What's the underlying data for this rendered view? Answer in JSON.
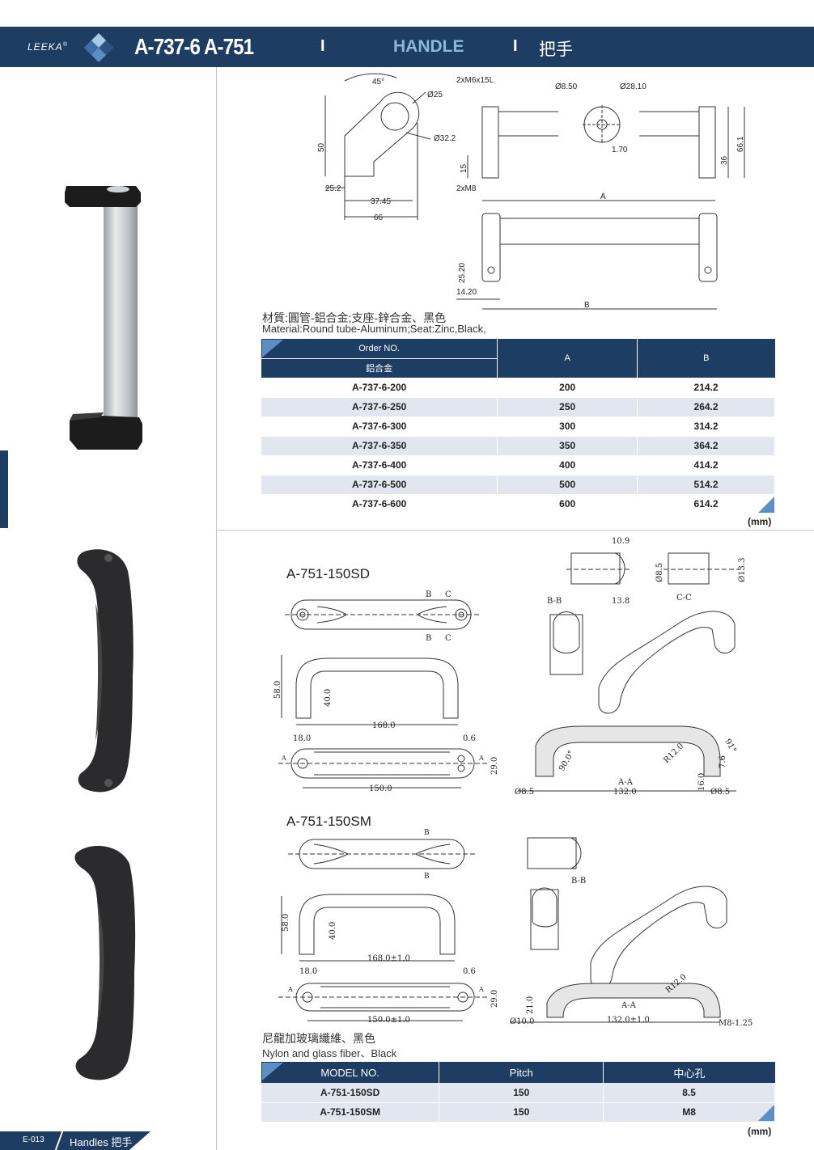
{
  "header": {
    "brand": "LEEKA",
    "brand_mark": "®",
    "title": "A-737-6 A-751",
    "separator": "I",
    "section_en": "HANDLE",
    "section_cn": "把手"
  },
  "drawing1": {
    "angle": "45°",
    "d25": "Ø25",
    "d32": "Ø32.2",
    "h50": "50",
    "w25": "25.2",
    "w37": "37.45",
    "w66": "66",
    "thread": "2xM6x15L",
    "d8": "Ø8.50",
    "d28": "Ø28.10",
    "t170": "1.70",
    "h15": "15",
    "m8": "2xM8",
    "dimA": "A",
    "h36": "36",
    "h66": "66.1",
    "h2520": "25.20",
    "w1420": "14.20",
    "dimB": "B"
  },
  "material": {
    "cn": "材質:圓管-鋁合金;支座-鋅合金、黑色",
    "en": "Material:Round tube-Aluminum;Seat:Zinc,Black,"
  },
  "table1": {
    "h_order": "Order NO.",
    "h_alu": "鋁合金",
    "h_a": "A",
    "h_b": "B",
    "rows": [
      {
        "order": "A-737-6-200",
        "a": "200",
        "b": "214.2"
      },
      {
        "order": "A-737-6-250",
        "a": "250",
        "b": "264.2"
      },
      {
        "order": "A-737-6-300",
        "a": "300",
        "b": "314.2"
      },
      {
        "order": "A-737-6-350",
        "a": "350",
        "b": "364.2"
      },
      {
        "order": "A-737-6-400",
        "a": "400",
        "b": "414.2"
      },
      {
        "order": "A-737-6-500",
        "a": "500",
        "b": "514.2"
      },
      {
        "order": "A-737-6-600",
        "a": "600",
        "b": "614.2"
      }
    ],
    "unit": "(mm)"
  },
  "sd": {
    "label": "A-751-150SD",
    "bb": "B",
    "cc": "C",
    "h58": "58.0",
    "h40": "40.0",
    "w168": "168.0",
    "w18": "18.0",
    "t06": "0.6",
    "aa": "A",
    "h29": "29.0",
    "w150": "150.0",
    "w109": "10.9",
    "w138": "13.8",
    "d85": "Ø8.5",
    "d133": "Ø13.3",
    "bb_sec": "B-B",
    "cc_sec": "C-C",
    "ang90": "90.0°",
    "r12": "R12.0",
    "ang91": "91°",
    "h76": "7.6",
    "h160": "16.0",
    "d85b": "Ø8.5",
    "d85c": "Ø8.5",
    "aa_sec": "A-A",
    "w132": "132.0"
  },
  "sm": {
    "label": "A-751-150SM",
    "bb": "B",
    "h58": "58.0",
    "h40": "40.0",
    "w168": "168.0±1.0",
    "w18": "18.0",
    "t06": "0.6",
    "aa": "A",
    "h29": "29.0",
    "w150": "150.0±1.0",
    "bb_sec": "B-B",
    "r12": "R12.0",
    "h21": "21.0",
    "d10": "Ø10.0",
    "aa_sec": "A-A",
    "w132": "132.0±1.0",
    "m8": "M8-1.25"
  },
  "nylon": {
    "cn": "尼龍加玻璃纖維、黑色",
    "en": "Nylon and glass fiber、Black"
  },
  "table2": {
    "h_model": "MODEL NO.",
    "h_pitch": "Pitch",
    "h_hole": "中心孔",
    "rows": [
      {
        "model": "A-751-150SD",
        "pitch": "150",
        "hole": "8.5"
      },
      {
        "model": "A-751-150SM",
        "pitch": "150",
        "hole": "M8"
      }
    ],
    "unit": "(mm)"
  },
  "footer": {
    "code": "E-013",
    "category": "Handles 把手"
  },
  "colors": {
    "navy": "#1d3d62",
    "light_blue": "#8fb6dc",
    "row_alt": "#e2e7ef"
  }
}
